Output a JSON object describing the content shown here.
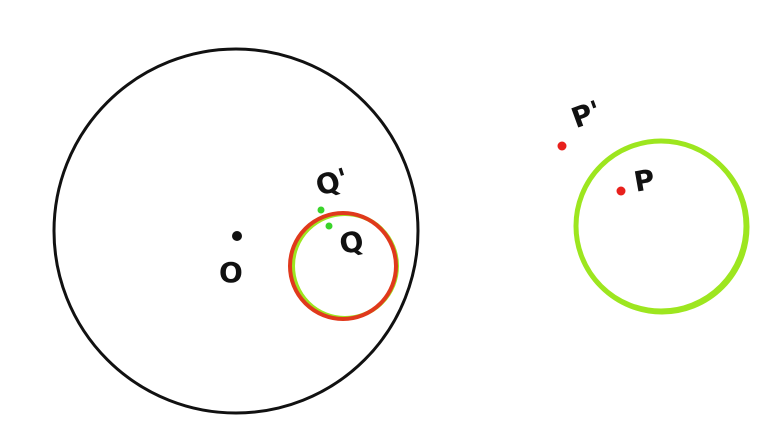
{
  "colors": {
    "background": "#ffffff",
    "outline_black": "#111111",
    "circle_red": "#e0391c",
    "circle_green": "#9de61f",
    "point_red": "#e8201c",
    "point_green": "#39d42a",
    "point_black": "#111111"
  },
  "labels": {
    "o": "O",
    "q": "Q",
    "q_prime": "Q'",
    "p": "P",
    "p_prime": "P'"
  }
}
